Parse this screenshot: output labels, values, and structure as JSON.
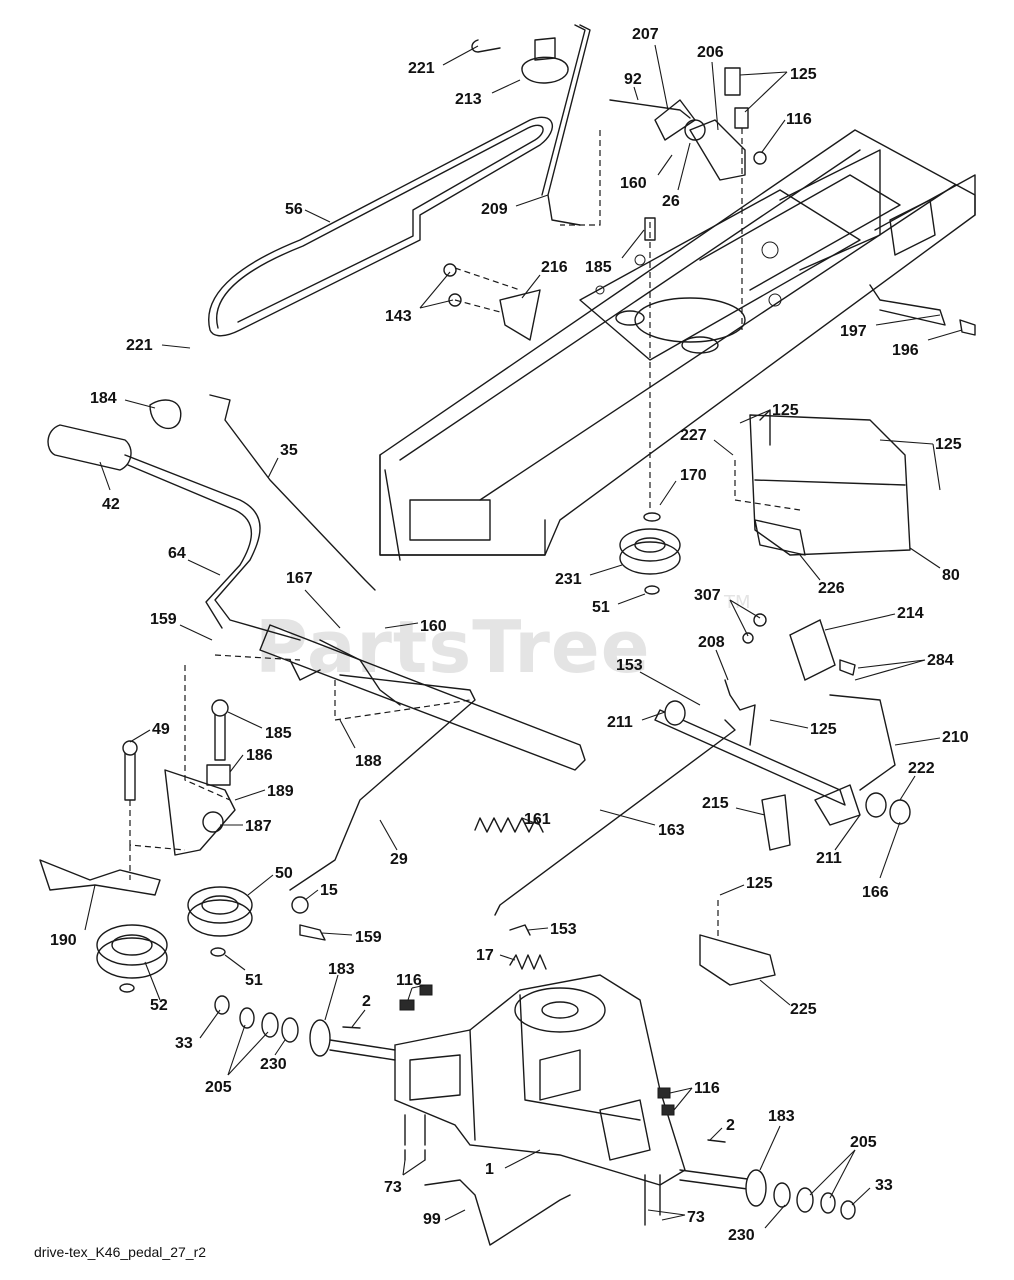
{
  "watermark": {
    "text": "PartsTree",
    "trademark": "TM"
  },
  "caption": "drive-tex_K46_pedal_27_r2",
  "callouts": [
    "221",
    "213",
    "207",
    "92",
    "206",
    "125",
    "116",
    "160",
    "26",
    "209",
    "56",
    "185",
    "216",
    "143",
    "197",
    "196",
    "221",
    "184",
    "35",
    "42",
    "125",
    "227",
    "125",
    "170",
    "64",
    "167",
    "160",
    "159",
    "231",
    "51",
    "80",
    "226",
    "307",
    "214",
    "284",
    "208",
    "153",
    "49",
    "185",
    "186",
    "211",
    "125",
    "210",
    "189",
    "188",
    "222",
    "161",
    "187",
    "29",
    "50",
    "215",
    "163",
    "211",
    "166",
    "15",
    "159",
    "190",
    "125",
    "153",
    "17",
    "51",
    "52",
    "183",
    "116",
    "225",
    "2",
    "33",
    "205",
    "230",
    "116",
    "183",
    "205",
    "2",
    "1",
    "33",
    "73",
    "99",
    "73",
    "230"
  ]
}
